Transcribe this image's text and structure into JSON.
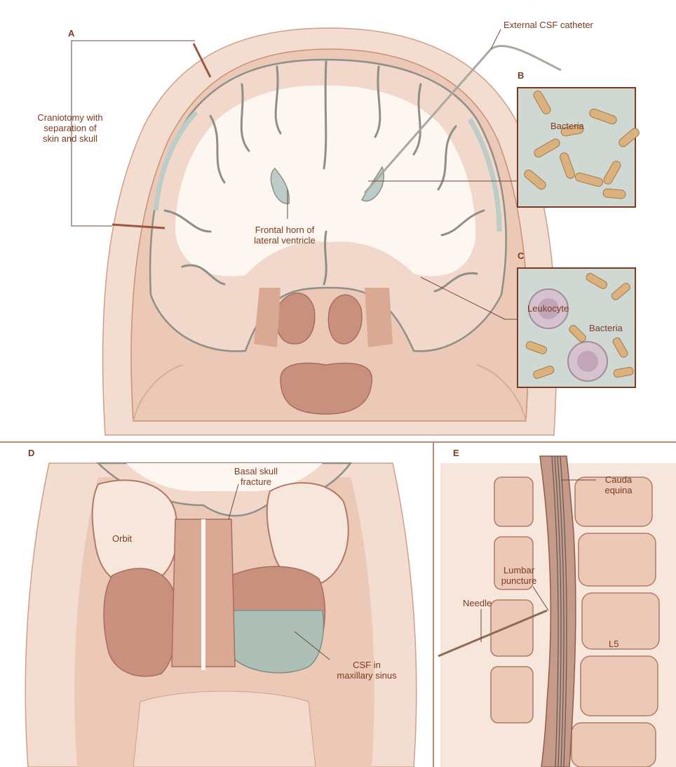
{
  "panels": {
    "a": "A",
    "b": "B",
    "c": "C",
    "d": "D",
    "e": "E"
  },
  "labels": {
    "craniotomy_line1": "Craniotomy with",
    "craniotomy_line2": "separation of",
    "craniotomy_line3": "skin and skull",
    "external_catheter": "External CSF catheter",
    "bacteria_b": "Bacteria",
    "frontal_horn_line1": "Frontal horn of",
    "frontal_horn_line2": "lateral ventricle",
    "leukocyte": "Leukocyte",
    "bacteria_c": "Bacteria",
    "basal_line1": "Basal skull",
    "basal_line2": "fracture",
    "orbit": "Orbit",
    "csf_line1": "CSF in",
    "csf_line2": "maxillary sinus",
    "cauda_line1": "Cauda",
    "cauda_line2": "equina",
    "lumbar_line1": "Lumbar",
    "lumbar_line2": "puncture",
    "needle": "Needle",
    "l5": "L5"
  },
  "colors": {
    "skin": "#f3ddd0",
    "bone": "#e9c6b1",
    "brain_gray": "#f2d7cb",
    "brain_white": "#fdf6f1",
    "csf": "#bcccc6",
    "sinus": "#c9907d",
    "label": "#7a3b22",
    "bacteria": "#dbb27e",
    "line": "#6b4a3a"
  }
}
